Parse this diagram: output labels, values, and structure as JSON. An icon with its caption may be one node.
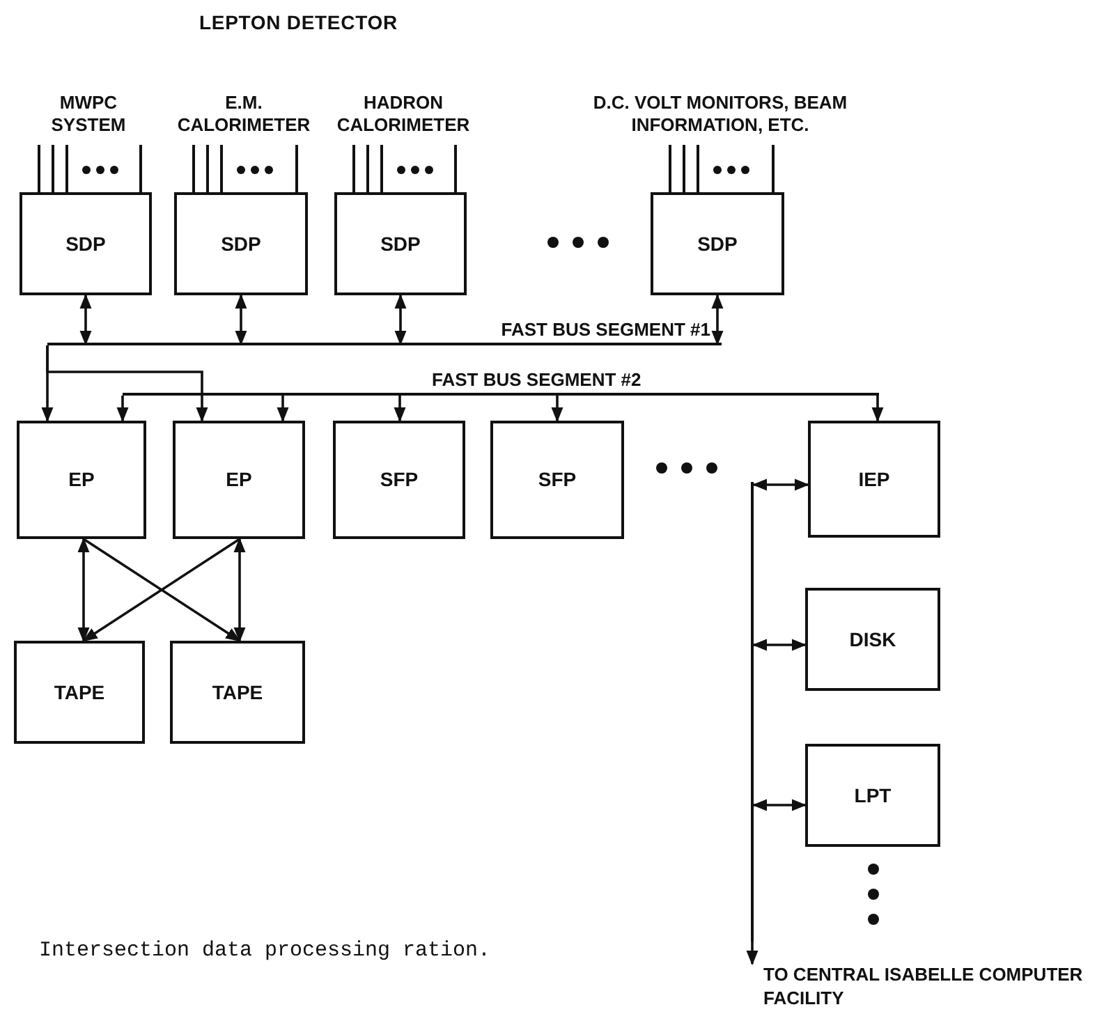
{
  "diagram": {
    "caption": "Intersection data processing ration.",
    "nodes": [
      {
        "text": [
          "SDP"
        ],
        "beside": [
          "MWPC SYSTEM"
        ]
      },
      {
        "text": [
          "SDP"
        ],
        "beside": [
          "E.M. CALORIMETER"
        ]
      },
      {
        "text": [
          "SDP"
        ],
        "beside": [
          "HADRON CALORIMETER"
        ]
      },
      {
        "text": [
          "SDP"
        ],
        "beside": [
          "D.C. VOLT MONITORS, BEAM INFORMATION, ETC."
        ]
      },
      {
        "text": [
          "EP"
        ]
      },
      {
        "text": [
          "EP"
        ]
      },
      {
        "text": [
          "SFP"
        ]
      },
      {
        "text": [
          "SFP"
        ]
      },
      {
        "text": [
          "IEP"
        ]
      },
      {
        "text": [
          "TAPE"
        ]
      },
      {
        "text": [
          "TAPE"
        ]
      },
      {
        "text": [
          "DISK"
        ]
      },
      {
        "text": [
          "LPT"
        ]
      },
      {
        "text": [
          "FAST BUS SEGMENT #1"
        ]
      },
      {
        "text": [
          "FAST BUS SEGMENT #2"
        ]
      },
      {
        "text": [],
        "shape": "bar"
      },
      {
        "text": [
          "TO CENTRAL ISABELLE COMPUTER FACILITY"
        ]
      }
    ],
    "edges": [
      {
        "from": 0,
        "to": 13,
        "arrow": "both"
      },
      {
        "from": 1,
        "to": 13,
        "arrow": "both"
      },
      {
        "from": 2,
        "to": 13,
        "arrow": "both"
      },
      {
        "from": 3,
        "to": 13,
        "arrow": "both"
      },
      {
        "from": 13,
        "to": 4,
        "arrow": "to"
      },
      {
        "from": 13,
        "to": 5,
        "arrow": "to"
      },
      {
        "from": 14,
        "to": 4,
        "arrow": "to"
      },
      {
        "from": 14,
        "to": 5,
        "arrow": "to"
      },
      {
        "from": 14,
        "to": 6,
        "arrow": "to"
      },
      {
        "from": 14,
        "to": 7,
        "arrow": "to"
      },
      {
        "from": 14,
        "to": 8,
        "arrow": "to"
      },
      {
        "from": 4,
        "to": 9,
        "arrow": "both"
      },
      {
        "from": 5,
        "to": 10,
        "arrow": "both"
      },
      {
        "from": 4,
        "to": 10,
        "arrow": "to"
      },
      {
        "from": 5,
        "to": 9,
        "arrow": "to"
      },
      {
        "from": 8,
        "to": 15,
        "arrow": "both"
      },
      {
        "from": 11,
        "to": 15,
        "arrow": "both"
      },
      {
        "from": 12,
        "to": 15,
        "arrow": "both"
      },
      {
        "from": 15,
        "to": 16,
        "arrow": "to"
      }
    ],
    "labels": [
      "LEPTON DETECTOR"
    ]
  }
}
